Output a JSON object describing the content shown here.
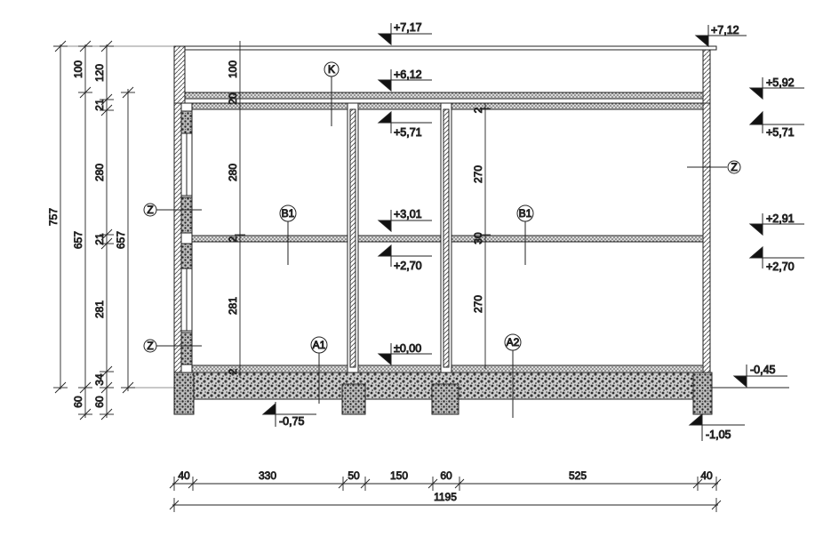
{
  "levels": {
    "top_left": "+7,17",
    "top_right": "+7,12",
    "roof_slab": "+6,12",
    "upper_ceiling_top": "+5,92",
    "upper_ceiling_bottom_right": "+5,71",
    "upper_ceiling_bottom_mid": "+5,71",
    "mid_floor_top_mid": "+3,01",
    "mid_floor_top_right": "+2,91",
    "mid_floor_bottom_mid": "+2,70",
    "mid_floor_bottom_right": "+2,70",
    "ground_floor": "±0,00",
    "terrain_right": "-0,45",
    "footing_left": "-0,75",
    "footing_right": "-1,05"
  },
  "tags": {
    "roof": "K",
    "wall_right": "Z",
    "wall_left_upper": "Z",
    "wall_left_lower": "Z",
    "upper_floor_left": "B1",
    "upper_floor_right": "B1",
    "ground_left": "A1",
    "ground_right": "A2"
  },
  "left_dims": {
    "total": "757",
    "sub_total": "657",
    "inner_total": "657",
    "parapet_a": "100",
    "parapet_b": "120",
    "slab_a": "21",
    "slab_b": "21",
    "storey_upper": "280",
    "storey_lower": "281",
    "floor_slab": "34",
    "base_a": "60",
    "base_b": "60"
  },
  "interior_dims": {
    "roof_gap": "100",
    "roof_slab": "20",
    "storey_upper_left": "280",
    "mid_slab_left": "2",
    "storey_lower_left": "281",
    "floor_left": "2",
    "ceil_right": "2",
    "storey_upper_right": "270",
    "mid_slab_right": "30",
    "storey_lower_right": "270"
  },
  "bottom_dims": {
    "segments": [
      "40",
      "330",
      "50",
      "150",
      "60",
      "525",
      "40"
    ],
    "total": "1195"
  }
}
